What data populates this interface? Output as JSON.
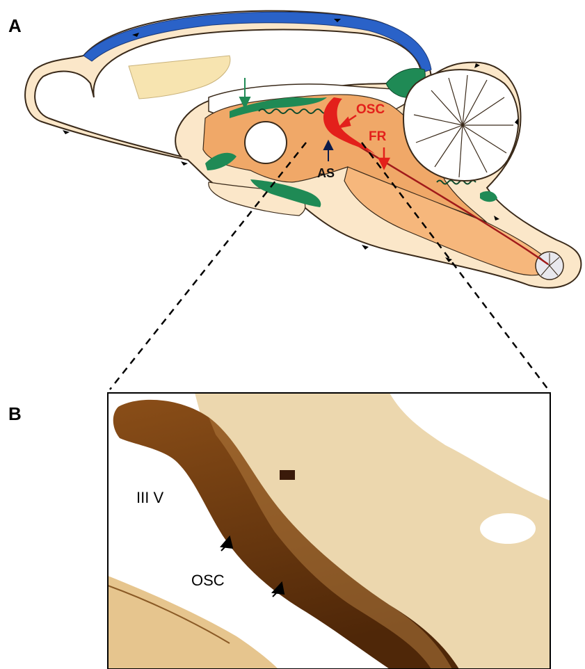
{
  "panels": {
    "a": {
      "letter": "A"
    },
    "b": {
      "letter": "B"
    }
  },
  "diagram_labels": {
    "osc": "OSC",
    "fr": "FR",
    "as": "AS"
  },
  "photo_labels": {
    "third_ventricle": "III V",
    "osc": "OSC"
  },
  "colors": {
    "parenchyma": "#f0a868",
    "outline": "#3a2a1a",
    "ventricle_blue": "#2a62c8",
    "choroid_green": "#1f8a55",
    "osc_red": "#e3201b",
    "stain_dark": "#6b3a10",
    "stain_light": "#e8cfa0"
  }
}
